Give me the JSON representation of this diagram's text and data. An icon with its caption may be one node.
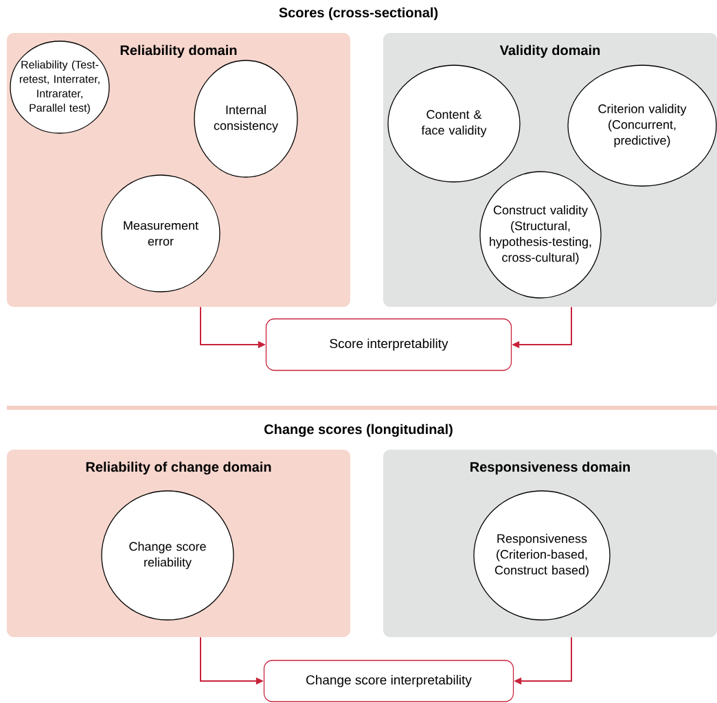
{
  "diagram": {
    "nodes": [
      {
        "text": [
          "Reliability domain"
        ]
      },
      {
        "text": [
          "Reliability (Test-retest, Interrater, Intrarater, Parallel test)"
        ],
        "in": 0
      },
      {
        "text": [
          "Internal consistency"
        ],
        "in": 0
      },
      {
        "text": [
          "Measurement error"
        ],
        "in": 0
      },
      {
        "text": [
          "Validity domain"
        ]
      },
      {
        "text": [
          "Content & face validity"
        ],
        "in": 4
      },
      {
        "text": [
          "Criterion validity (Concurrent, predictive)"
        ],
        "in": 4
      },
      {
        "text": [
          "Construct validity (Structural, hypothesis-testing, cross-cultural)"
        ],
        "in": 4
      },
      {
        "text": [
          "Score interpretability"
        ]
      },
      {
        "text": [
          "Reliability of change domain"
        ]
      },
      {
        "text": [
          "Change score reliability"
        ],
        "in": 9
      },
      {
        "text": [
          "Responsiveness domain"
        ]
      },
      {
        "text": [
          "Responsiveness (Criterion-based, Construct based)"
        ],
        "in": 11
      },
      {
        "text": [
          "Change score interpretability"
        ]
      }
    ],
    "edges": [
      {
        "from": 0,
        "to": 8,
        "arrow": "to"
      },
      {
        "from": 4,
        "to": 8,
        "arrow": "to"
      },
      {
        "from": 9,
        "to": 13,
        "arrow": "to"
      },
      {
        "from": 11,
        "to": 13,
        "arrow": "to"
      }
    ],
    "labels": [
      "Scores (cross-sectional)",
      "Change scores (longitudinal)"
    ]
  }
}
